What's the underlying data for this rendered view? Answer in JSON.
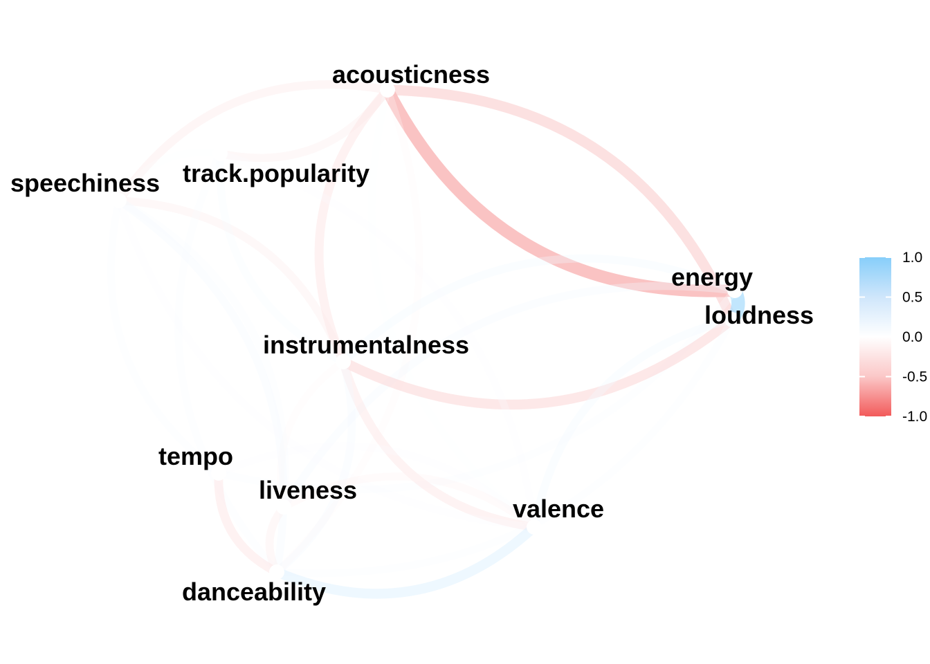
{
  "chart_data": {
    "type": "correlation-network",
    "nodes": [
      {
        "id": "acousticness",
        "label": "acousticness"
      },
      {
        "id": "track.popularity",
        "label": "track.popularity"
      },
      {
        "id": "speechiness",
        "label": "speechiness"
      },
      {
        "id": "energy",
        "label": "energy"
      },
      {
        "id": "loudness",
        "label": "loudness"
      },
      {
        "id": "instrumentalness",
        "label": "instrumentalness"
      },
      {
        "id": "tempo",
        "label": "tempo"
      },
      {
        "id": "liveness",
        "label": "liveness"
      },
      {
        "id": "valence",
        "label": "valence"
      },
      {
        "id": "danceability",
        "label": "danceability"
      }
    ],
    "edges": [
      {
        "from": "acousticness",
        "to": "energy",
        "r": -0.55
      },
      {
        "from": "acousticness",
        "to": "loudness",
        "r": -0.35
      },
      {
        "from": "acousticness",
        "to": "speechiness",
        "r": -0.15
      },
      {
        "from": "acousticness",
        "to": "track.popularity",
        "r": -0.12
      },
      {
        "from": "acousticness",
        "to": "instrumentalness",
        "r": -0.2
      },
      {
        "from": "acousticness",
        "to": "danceability",
        "r": -0.05
      },
      {
        "from": "acousticness",
        "to": "valence",
        "r": 0.03
      },
      {
        "from": "energy",
        "to": "loudness",
        "r": 0.68
      },
      {
        "from": "energy",
        "to": "instrumentalness",
        "r": 0.12
      },
      {
        "from": "energy",
        "to": "tempo",
        "r": 0.06
      },
      {
        "from": "energy",
        "to": "liveness",
        "r": 0.1
      },
      {
        "from": "loudness",
        "to": "instrumentalness",
        "r": -0.3
      },
      {
        "from": "loudness",
        "to": "valence",
        "r": 0.12
      },
      {
        "from": "loudness",
        "to": "danceability",
        "r": 0.05
      },
      {
        "from": "instrumentalness",
        "to": "valence",
        "r": -0.18
      },
      {
        "from": "instrumentalness",
        "to": "danceability",
        "r": 0.1
      },
      {
        "from": "instrumentalness",
        "to": "speechiness",
        "r": -0.12
      },
      {
        "from": "instrumentalness",
        "to": "track.popularity",
        "r": 0.08
      },
      {
        "from": "instrumentalness",
        "to": "liveness",
        "r": -0.05
      },
      {
        "from": "speechiness",
        "to": "danceability",
        "r": 0.1
      },
      {
        "from": "speechiness",
        "to": "tempo",
        "r": 0.05
      },
      {
        "from": "speechiness",
        "to": "liveness",
        "r": 0.06
      },
      {
        "from": "speechiness",
        "to": "valence",
        "r": 0.04
      },
      {
        "from": "speechiness",
        "to": "track.popularity",
        "r": 0.03
      },
      {
        "from": "track.popularity",
        "to": "danceability",
        "r": 0.06
      },
      {
        "from": "track.popularity",
        "to": "valence",
        "r": 0.04
      },
      {
        "from": "tempo",
        "to": "danceability",
        "r": -0.2
      },
      {
        "from": "tempo",
        "to": "valence",
        "r": 0.04
      },
      {
        "from": "liveness",
        "to": "danceability",
        "r": -0.12
      },
      {
        "from": "liveness",
        "to": "valence",
        "r": -0.08
      },
      {
        "from": "danceability",
        "to": "valence",
        "r": 0.3
      }
    ],
    "legend": {
      "ticks": [
        "1.0",
        "0.5",
        "0.0",
        "-0.5",
        "-1.0"
      ],
      "range": [
        -1.0,
        1.0
      ],
      "position": "right"
    },
    "colors": {
      "negative": "#f25a5a",
      "zero": "#ffffff",
      "positive": "#87cefa"
    }
  }
}
